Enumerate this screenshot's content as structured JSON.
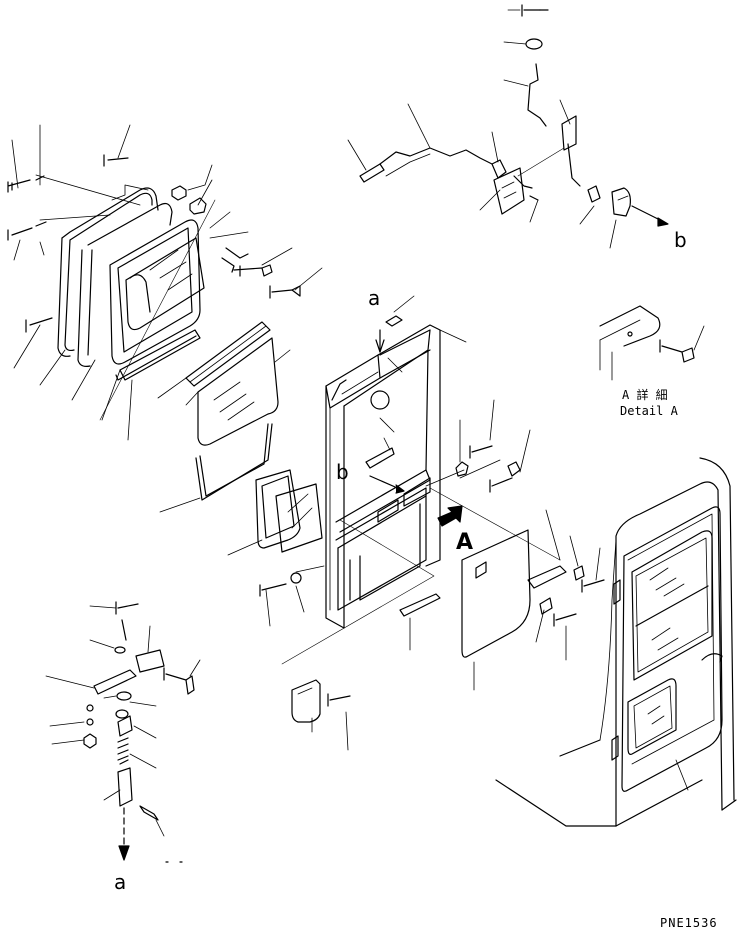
{
  "labels": {
    "a_top": "a",
    "a_bottom": "a",
    "b_right": "b",
    "b_door": "b",
    "A_view": "A",
    "detail_a_jp": "A 詳 細",
    "detail_a_en": "Detail A",
    "drawing_code": "PNE1536"
  },
  "colors": {
    "line": "#000000",
    "background": "#ffffff"
  }
}
